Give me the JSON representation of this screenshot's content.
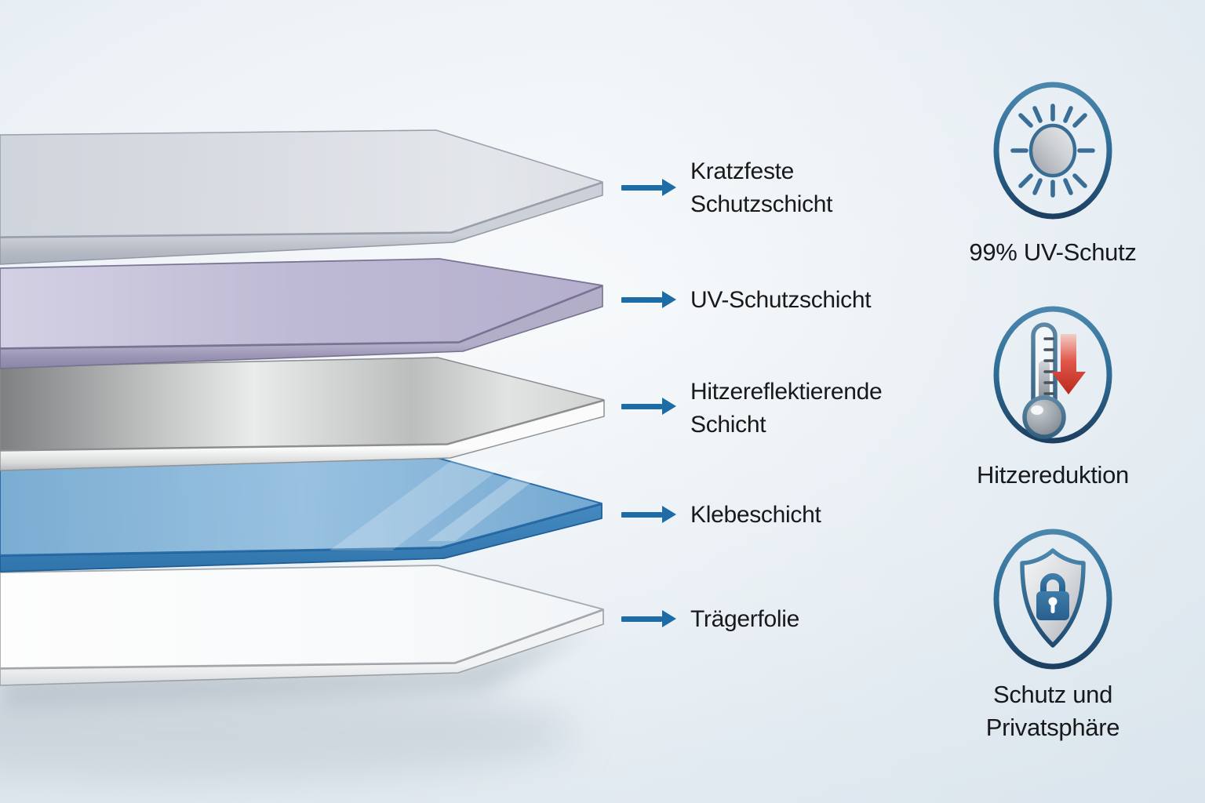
{
  "diagram": {
    "arrow_color": "#1e6ca6",
    "text_color": "#17191b",
    "layers": [
      {
        "name": "kratzfeste-schutzschicht",
        "label": "Kratzfeste\nSchutzschicht",
        "color": "#d6dae0"
      },
      {
        "name": "uv-schutzschicht",
        "label": "UV-Schutzschicht",
        "color": "#b6b1cc"
      },
      {
        "name": "hitzereflektierende-schicht",
        "label": "Hitzereflektierende\nSchicht",
        "color": "#c7c8c7"
      },
      {
        "name": "klebeschicht",
        "label": "Klebeschicht",
        "color": "#5b9bd0"
      },
      {
        "name": "traegerfolie",
        "label": "Trägerfolie",
        "color": "#f8fafb"
      }
    ]
  },
  "benefits": [
    {
      "icon": "sun-icon",
      "caption": "99% UV-Schutz",
      "ring_color_top": "#4b87ad",
      "ring_color_bottom": "#1d3f61"
    },
    {
      "icon": "thermometer-down-icon",
      "caption": "Hitzereduktion",
      "arrow_color": "#c6271c"
    },
    {
      "icon": "shield-lock-icon",
      "caption": "Schutz und\nPrivatsphäre",
      "lock_color": "#2f6e9e"
    }
  ]
}
